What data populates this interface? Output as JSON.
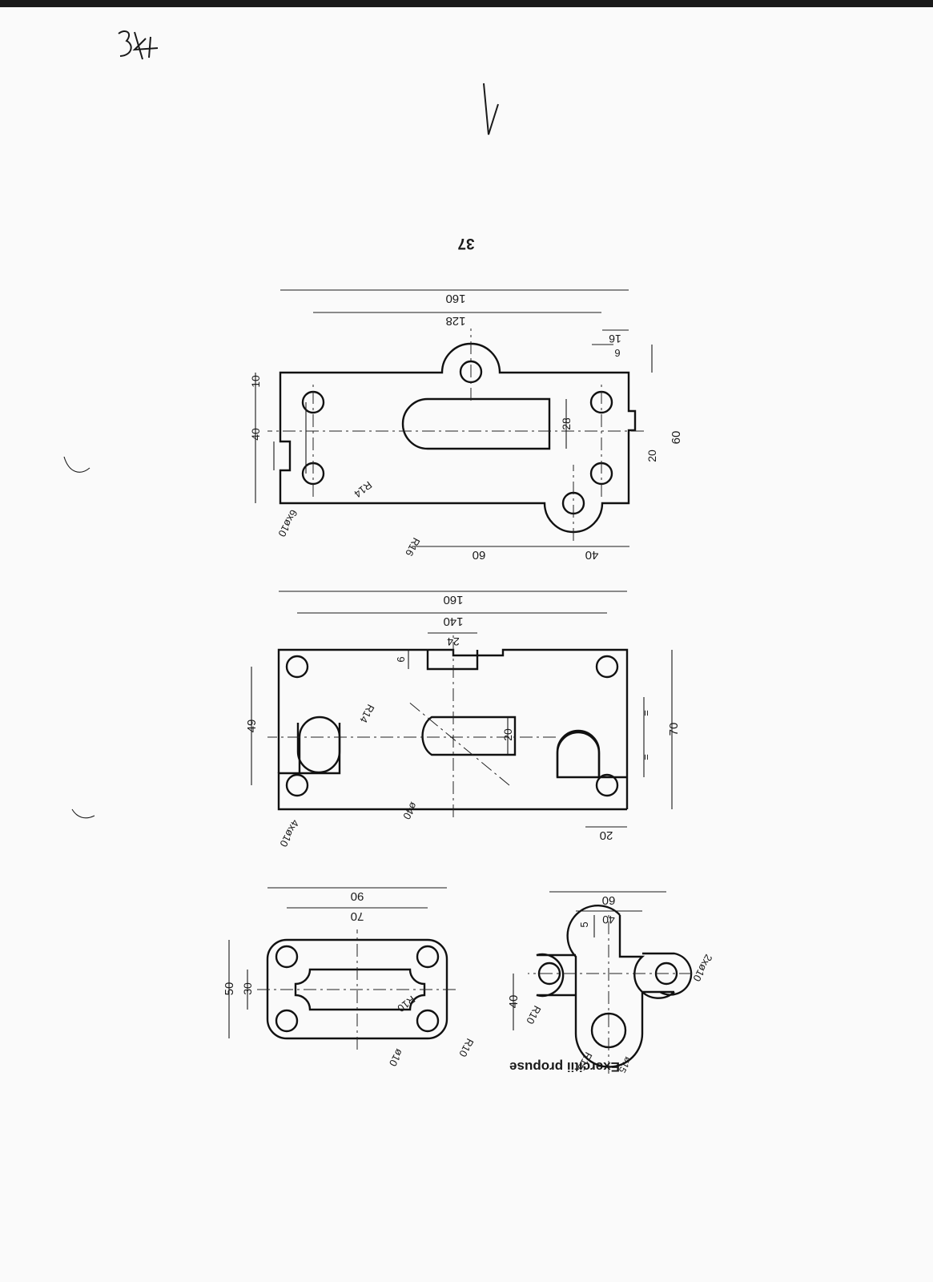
{
  "page": {
    "handwritten_marks": [
      "43"
    ],
    "page_number": "37",
    "heading": "Exercitii propuse"
  },
  "fig1": {
    "dim_total_length": "160",
    "dim_hole_spacing": "128",
    "dim_end_offset": "16",
    "dim_notch_depth": "6",
    "dim_edge_to_hole": "10",
    "dim_hole_pitch": "40",
    "dim_slot_width": "28",
    "dim_notch_width": "20",
    "dim_total_width": "60",
    "dim_slot_length": "60",
    "dim_slot_offset": "40",
    "label_holes": "6xø10",
    "label_slot_radius": "R14",
    "label_lug_radius": "R16"
  },
  "fig2": {
    "dim_total_length": "160",
    "dim_hole_spacing": "140",
    "dim_notch_width": "24",
    "dim_notch_depth": "6",
    "dim_hole_pitch": "49",
    "dim_total_width": "70",
    "dim_flat_width": "20",
    "dim_end_offset": "20",
    "equal_mark_1": "=",
    "equal_mark_2": "=",
    "label_holes": "4xø10",
    "label_slot_radius": "R14",
    "label_central_dia": "ø40"
  },
  "fig3": {
    "dim_outer_length": "90",
    "dim_window_length": "70",
    "dim_window_width": "30",
    "dim_outer_width": "50",
    "label_corner_radius_inner": "R10",
    "label_hole_dia": "ø10",
    "label_corner_radius_outer": "R10"
  },
  "fig4": {
    "dim_total_length": "60",
    "dim_web_width": "40",
    "dim_step": "5",
    "dim_height": "40",
    "label_holes": "2xø10",
    "label_arm_radius": "R10",
    "label_boss_radius": "R15",
    "label_boss_hole": "ø15"
  }
}
